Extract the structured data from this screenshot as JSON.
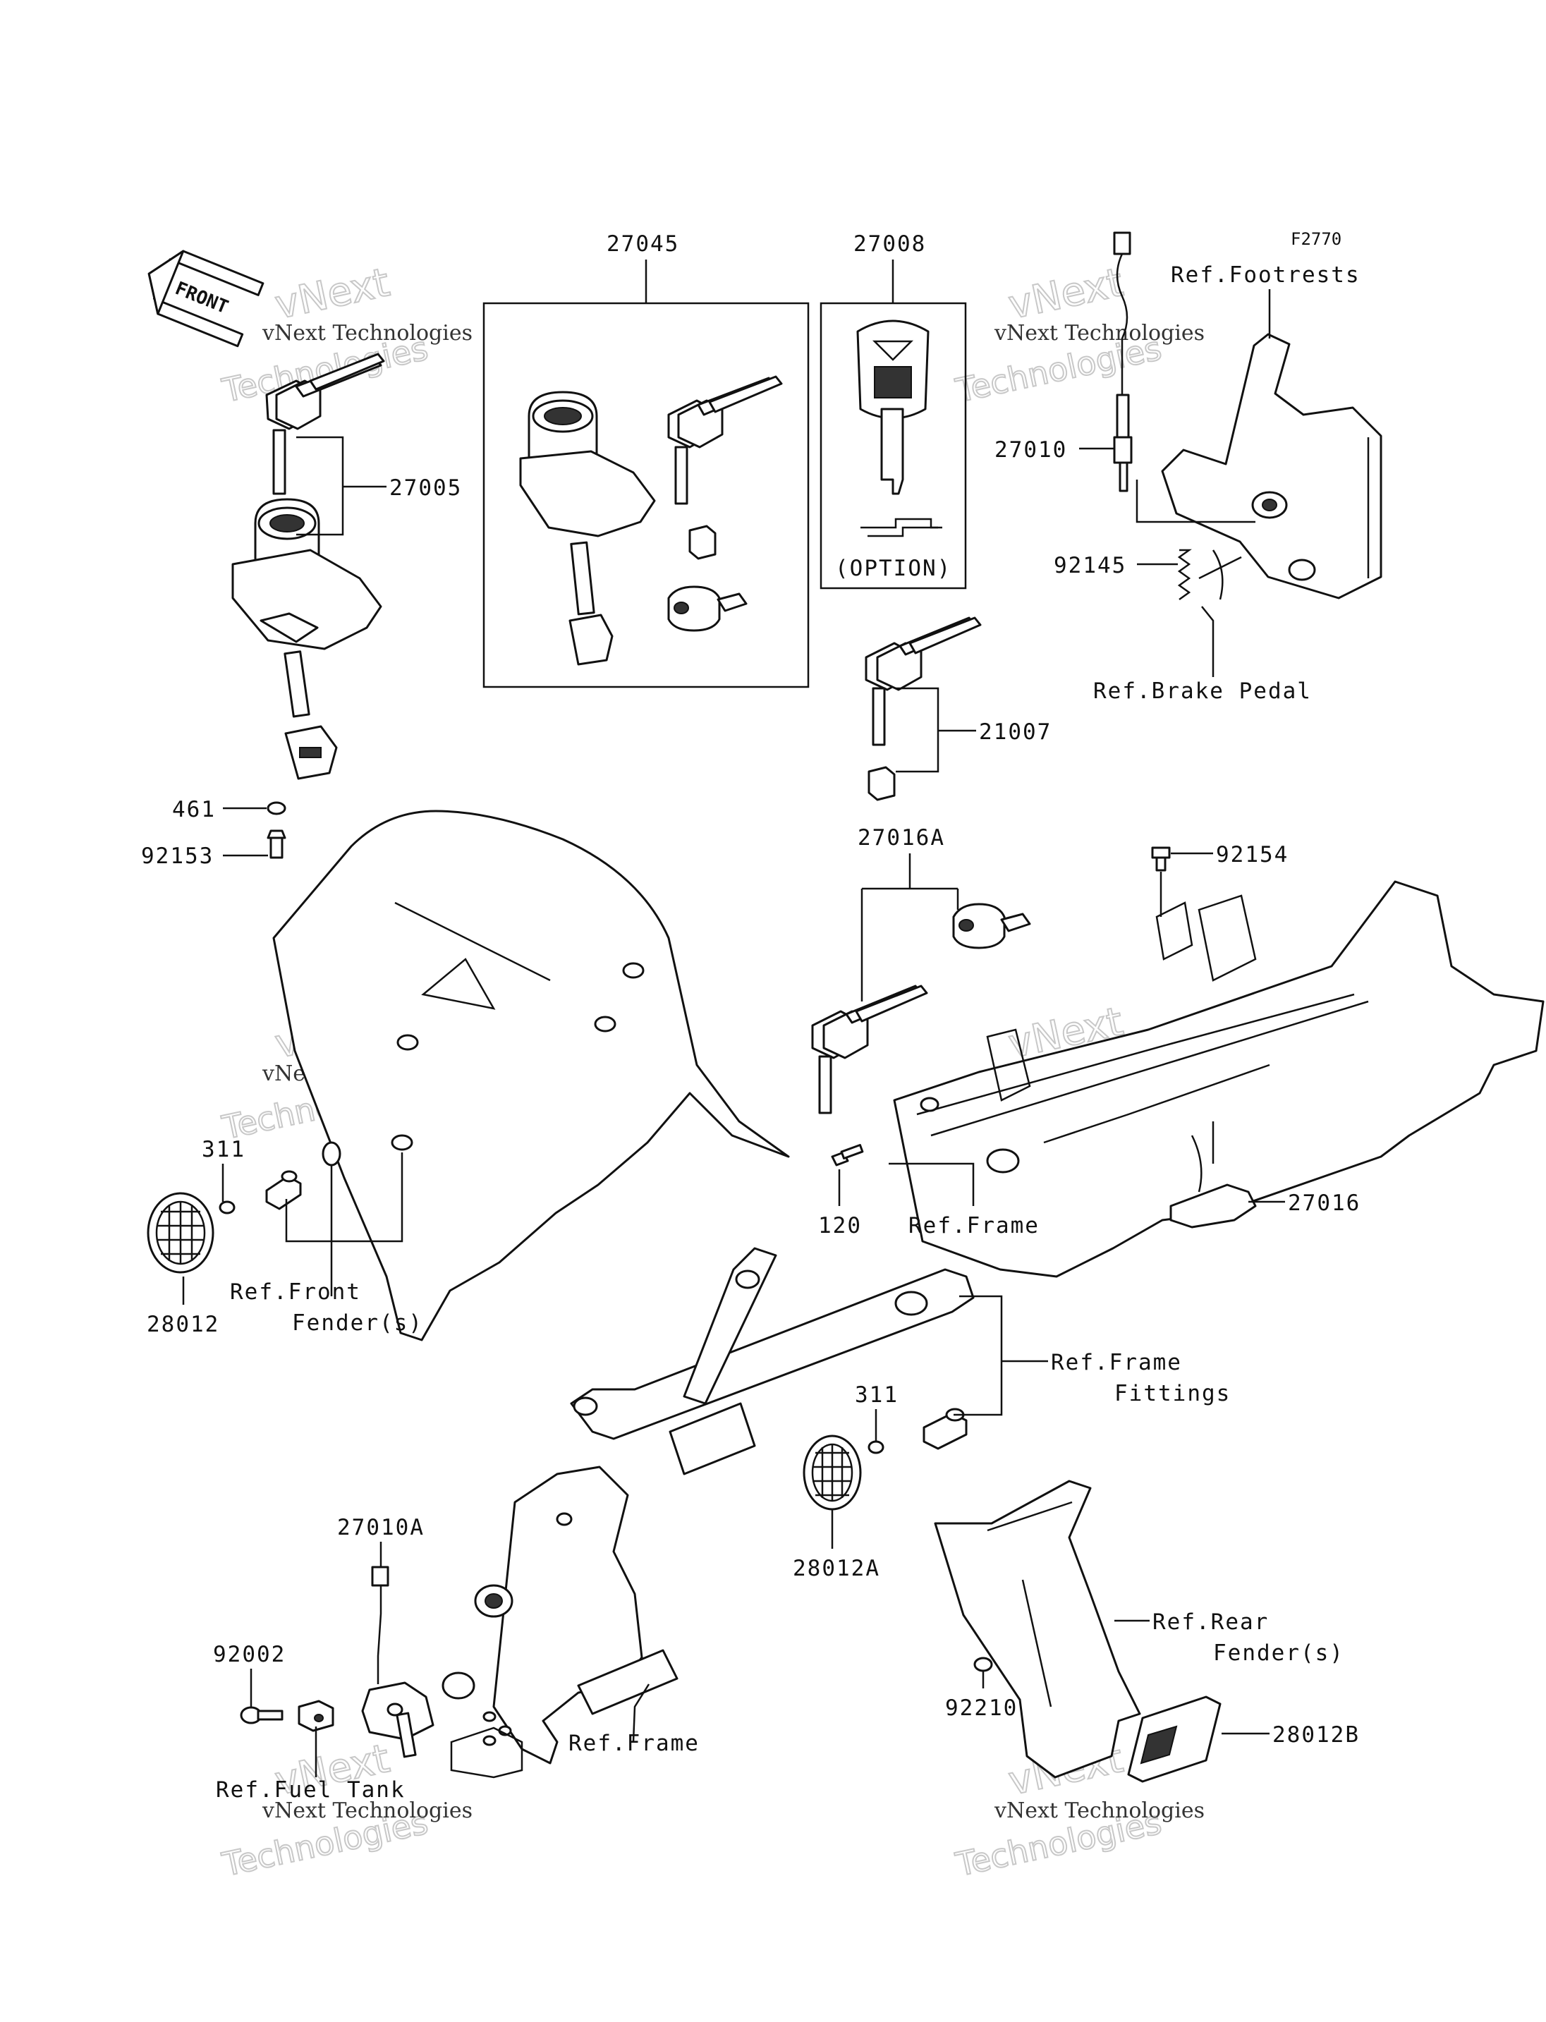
{
  "figure_code": "F2770",
  "front_arrow": "FRONT",
  "callouts": {
    "c27045": "27045",
    "c27008": "27008",
    "c27005": "27005",
    "c27010": "27010",
    "c92145": "92145",
    "c21007": "21007",
    "c461": "461",
    "c92153": "92153",
    "c27016A": "27016A",
    "c92154": "92154",
    "c311a": "311",
    "c120": "120",
    "c27016": "27016",
    "c28012": "28012",
    "c311b": "311",
    "c28012A": "28012A",
    "c27010A": "27010A",
    "c92002": "92002",
    "c92210": "92210",
    "c28012B": "28012B"
  },
  "refs": {
    "footrests": "Ref.Footrests",
    "brake_pedal": "Ref.Brake Pedal",
    "frame_mid": "Ref.Frame",
    "front_fender_1": "Ref.Front",
    "front_fender_2": "Fender(s)",
    "frame_fittings_1": "Ref.Frame",
    "frame_fittings_2": "Fittings",
    "rear_fender_1": "Ref.Rear",
    "rear_fender_2": "Fender(s)",
    "frame_bottom": "Ref.Frame",
    "fuel_tank": "Ref.Fuel Tank"
  },
  "option_label": "(OPTION)",
  "watermark": {
    "company": "vNext Technologies",
    "big_1": "vNext",
    "big_2": "Technologies"
  },
  "colors": {
    "line": "#111111",
    "background": "#ffffff",
    "watermark_outline": "#c8c8c8"
  }
}
